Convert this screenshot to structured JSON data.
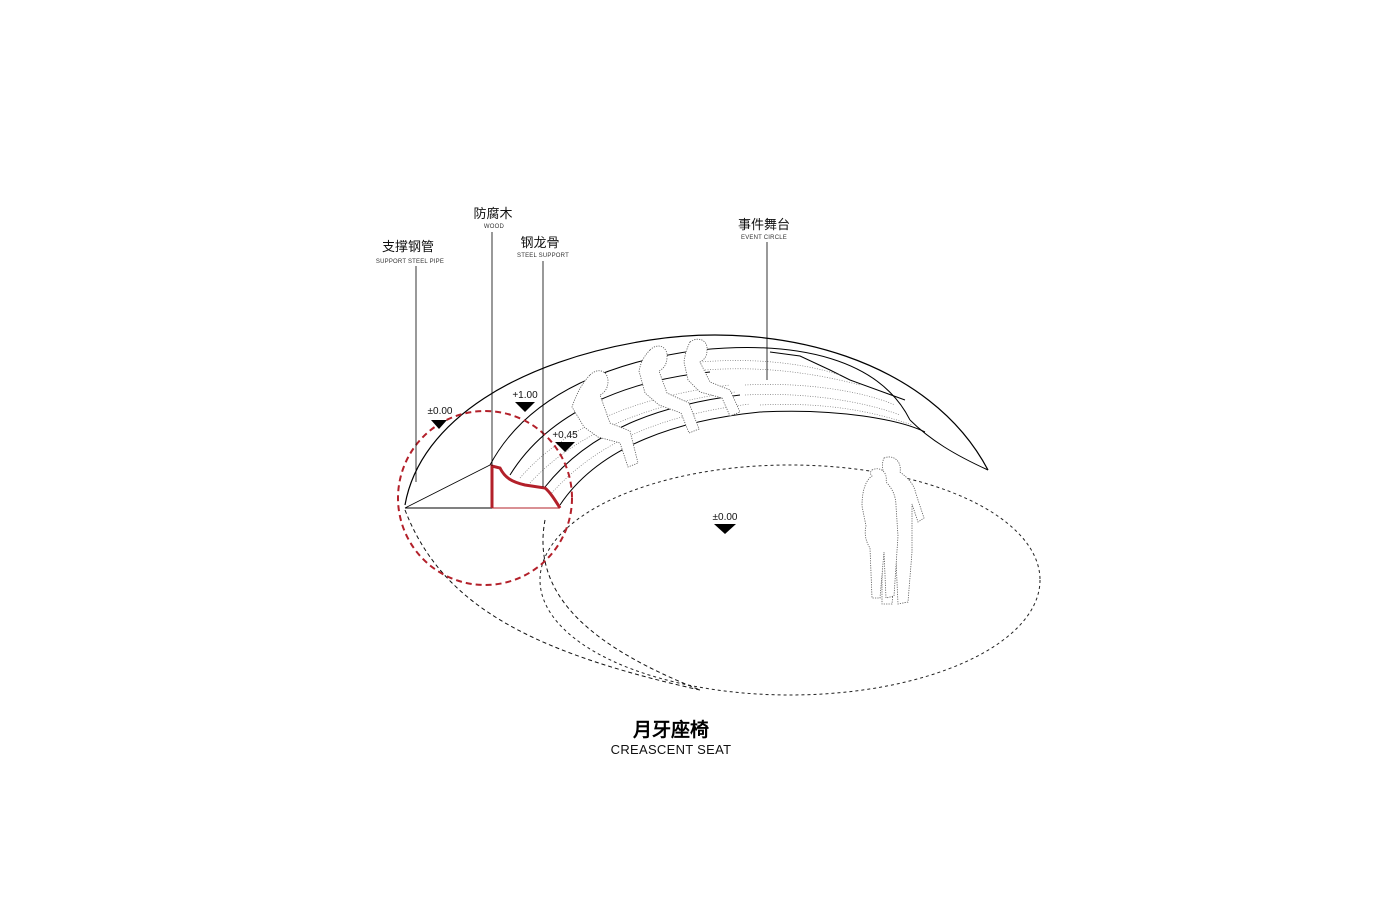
{
  "labels": {
    "support_pipe": {
      "cn": "支撑钢管",
      "en": "SUPPORT STEEL PIPE"
    },
    "wood": {
      "cn": "防腐木",
      "en": "WOOD"
    },
    "steel_support": {
      "cn": "钢龙骨",
      "en": "STEEL SUPPORT"
    },
    "event_circle": {
      "cn": "事件舞台",
      "en": "EVENT CIRCLE"
    }
  },
  "levels": {
    "pipe_level": "±0.00",
    "top_level": "+1.00",
    "seat_level": "+0.45",
    "ground_level": "±0.00"
  },
  "title": {
    "cn": "月牙座椅",
    "en": "CREASCENT SEAT"
  },
  "colors": {
    "section_red": "#b3202a",
    "line": "#000000"
  }
}
